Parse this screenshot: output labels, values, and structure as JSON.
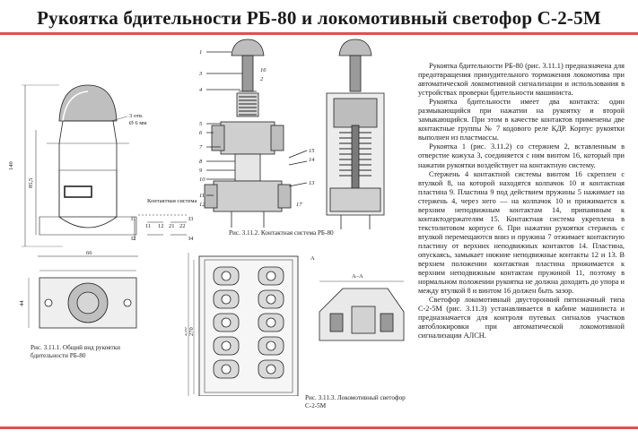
{
  "title": "Рукоятка бдительности РБ-80 и локомотивный светофор С-2-5М",
  "figure1": {
    "caption": "Рис. 3.11.1. Общий вид рукоятки бдительности РБ-80",
    "dims": {
      "height": "140",
      "inner": "85,5",
      "width": "66",
      "side": "44",
      "holes": "3 отв.",
      "hole_d": "Ø 6 мм"
    },
    "contact_label": "Контактная система",
    "contacts": [
      "I1",
      "I2",
      "I3",
      "I4",
      "11",
      "12",
      "21",
      "22"
    ]
  },
  "figure2": {
    "caption": "Рис. 3.11.2. Контактная система РБ-80",
    "labels": [
      "1",
      "2",
      "3",
      "4",
      "5",
      "6",
      "7",
      "8",
      "9",
      "10",
      "11",
      "12",
      "13",
      "14",
      "15",
      "16",
      "17"
    ]
  },
  "figure3": {
    "caption": "Рис. 3.11.3. Локомотивный светофор С-2-5М",
    "section_label": "А–А",
    "dims": {
      "h1": "250",
      "h2": "270",
      "a": "А"
    }
  },
  "body": [
    "Рукоятка бдительности РБ-80 (рис. 3.11.1) предназначена для предотвращения принудительного торможения локомотива при автоматической локомотивной сигнализации и использования в устройствах проверки бдительности машиниста.",
    "Рукоятка бдительности имеет два контакта: один размыкающийся при нажатии на рукоятку и второй замыкающийся. При этом в качестве контактов применены две контактные группы № 7 кодового реле КДР. Корпус рукоятки выполнен из пластмассы.",
    "Рукоятка 1 (рис. 3.11.2) со стержнем 2, вставленным в отверстие кожуха 3, соединяется с ним винтом 16, который при нажатии рукоятки воздействует на контактную систему.",
    "Стержень 4 контактной системы винтом 16 скреплен с втулкой 8, на которой находятся колпачок 10 и контактная пластина 9. Пластина 9 под действием пружины 5 нажимает на стержень 4, через него — на колпачок 10 и прижимается к верхним неподвижным контактам 14, припаянным к контактодержателям 15. Контактная система укреплена в текстолитовом корпусе 6. При нажатии рукоятки стержень с втулкой перемещаются вниз и пружина 7 отжимает контактную пластину от верхних неподвижных контактов 14. Пластина, опускаясь, замыкает нижние неподвижные контакты 12 и 13. В верхнем положении контактная пластина прижимается к верхним неподвижным контактам пружиной 11, поэтому в нормальном положении рукоятка не должна доходить до упора и между втулкой 8 и винтом 16 должен быть зазор.",
    "Светофор локомотивный двусторонний пятизначный типа С-2-5М (рис. 3.11.3) устанавливается в кабине машиниста и предназначается для контроля путевых сигналов участков автоблокировки при автоматической локомотивной сигнализации АЛСН."
  ]
}
